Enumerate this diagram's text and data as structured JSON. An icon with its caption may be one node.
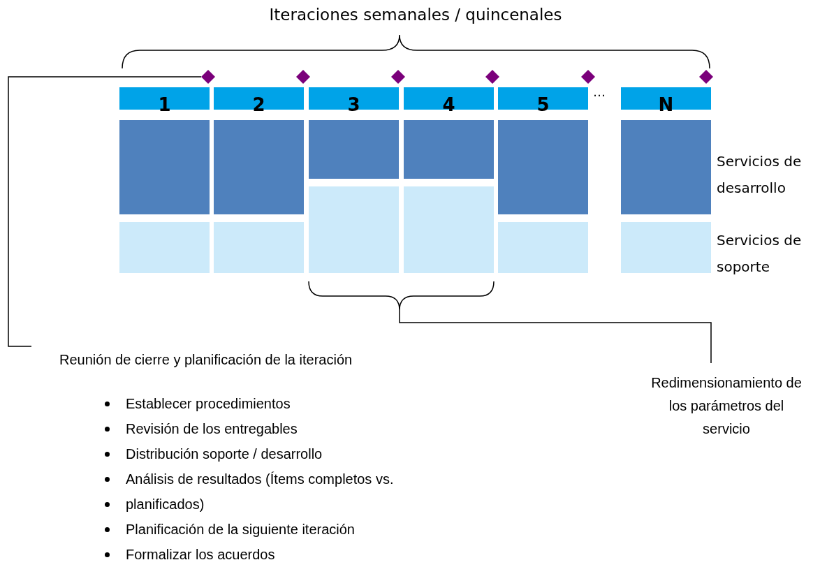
{
  "diagram": {
    "nodes": [
      {
        "text": [
          "1"
        ]
      },
      {
        "text": [
          "2"
        ]
      },
      {
        "text": [
          "3"
        ]
      },
      {
        "text": [
          "4"
        ]
      },
      {
        "text": [
          "5"
        ]
      },
      {
        "text": [
          "N"
        ]
      },
      {
        "text": [],
        "shape": "diamond"
      },
      {
        "text": [],
        "shape": "diamond"
      },
      {
        "text": [],
        "shape": "diamond"
      },
      {
        "text": [],
        "shape": "diamond"
      },
      {
        "text": [],
        "shape": "diamond"
      },
      {
        "text": [],
        "shape": "diamond"
      },
      {
        "text": [
          "Reunión de cierre y planificación de la iteración",
          "Establecer procedimientos",
          "Revisión de los entregables",
          "Distribución soporte / desarrollo",
          "Análisis de resultados (Ítems completos vs.",
          "planificados)",
          "Planificación de la siguiente iteración",
          "Formalizar los acuerdos"
        ]
      },
      {
        "text": [
          "Redimensionamiento de los parámetros del servicio"
        ]
      },
      {
        "text": [],
        "shape": "box"
      },
      {
        "text": [],
        "shape": "box"
      },
      {
        "text": [],
        "shape": "box"
      },
      {
        "text": [],
        "shape": "box"
      },
      {
        "text": [],
        "shape": "box"
      },
      {
        "text": [],
        "shape": "box"
      },
      {
        "text": [],
        "shape": "box"
      },
      {
        "text": [],
        "shape": "box"
      },
      {
        "text": [],
        "shape": "box"
      },
      {
        "text": [],
        "shape": "box"
      },
      {
        "text": [],
        "shape": "box"
      },
      {
        "text": [],
        "shape": "box"
      },
      {
        "text": [],
        "shape": "brace"
      }
    ],
    "edges": [
      {
        "from": 6,
        "to": 12,
        "arrow": "none"
      },
      {
        "from": 13,
        "to": 26,
        "arrow": "none"
      }
    ],
    "labels": [
      "Iteraciones semanales / quincenales",
      "…",
      "Servicios de desarrollo",
      "Servicios de soporte"
    ]
  }
}
